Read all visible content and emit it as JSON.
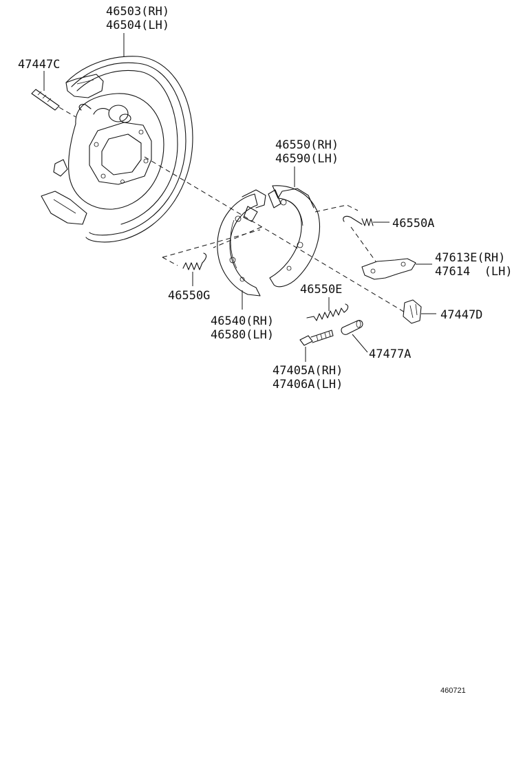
{
  "labels": {
    "backing_plate": [
      "46503(RH)",
      "46504(LH)"
    ],
    "bolt": "47447C",
    "shoe_front": [
      "46550(RH)",
      "46590(LH)"
    ],
    "spring_a": "46550A",
    "lever": [
      "47613E(RH)",
      "47614  (LH)"
    ],
    "clip": "47447D",
    "spring_e": "46550E",
    "spring_g": "46550G",
    "shoe_rear": [
      "46540(RH)",
      "46580(LH)"
    ],
    "adjuster_sleeve": "47477A",
    "adjuster": [
      "47405A(RH)",
      "47406A(LH)"
    ]
  },
  "diagram_code": "460721"
}
